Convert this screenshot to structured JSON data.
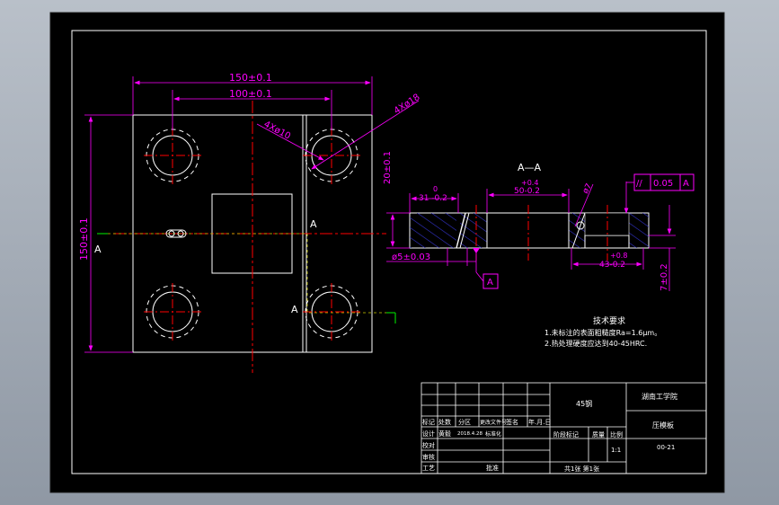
{
  "colors": {
    "background": "#000000",
    "frame": "#ffffff",
    "dimension": "#ff00ff",
    "centerline": "#ff0000",
    "hatch": "#3333cc",
    "section_marker": "#00cc00",
    "text": "#ffffff"
  },
  "plan_view": {
    "dim_width_outer": "150±0.1",
    "dim_width_inner": "100±0.1",
    "dim_height": "150±0.1",
    "hole_callout_large": "4Xø18",
    "hole_callout_small": "4Xø10",
    "cut_label_left": "A",
    "cut_label_right_top": "A",
    "cut_label_right_bottom": "A"
  },
  "section_view": {
    "title": "A—A",
    "dim_height": "20±0.1",
    "dim_left_upper": "0",
    "dim_left_lower": "31 -0.2",
    "dim_center_upper": "+0.4",
    "dim_center_lower": "50-0.2",
    "dim_diameter": "ø5±0.03",
    "dim_slot_upper": "+0.8",
    "dim_slot_lower": "43-0.2",
    "dim_slot_depth": "7±0.2",
    "dim_angle": "ø7",
    "datum_label": "A",
    "tolerance_symbol": "//",
    "tolerance_value": "0.05",
    "tolerance_datum": "A"
  },
  "notes": {
    "title": "技术要求",
    "line1": "1.未标注的表面粗糙度Ra=1.6μm。",
    "line2": "2.热处理硬度应达到40-45HRC."
  },
  "title_block": {
    "material": "45钢",
    "school": "湖南工学院",
    "part_name": "压模板",
    "drawing_no": "00-21",
    "scale": "1:1",
    "row_labels": [
      "标记",
      "处数",
      "分区",
      "更改文件号",
      "签名",
      "年.月.日"
    ],
    "designer_label": "设计",
    "designer": "黄毅",
    "date": "2018.4.28",
    "standardization": "标准化",
    "checker_label": "校对",
    "auditor_label": "审核",
    "process_label": "工艺",
    "approval_label": "批准",
    "stage_label": "阶段标记",
    "weight_label": "质量",
    "scale_label": "比例",
    "sheet_info": "共1张 第1张"
  }
}
